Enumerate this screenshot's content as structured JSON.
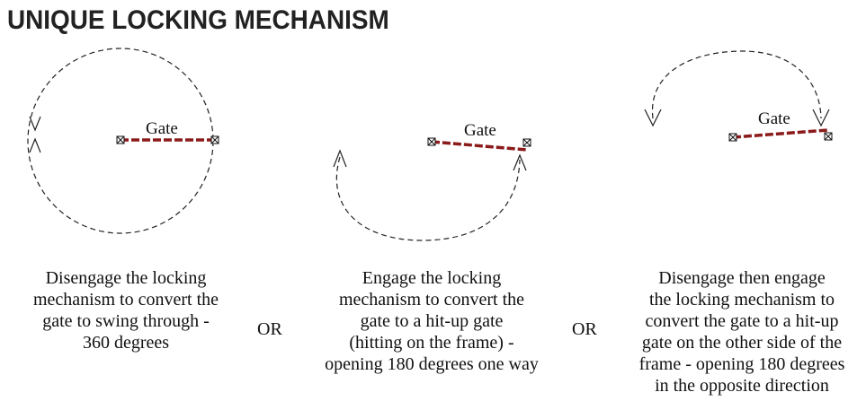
{
  "title": "UNIQUE LOCKING MECHANISM",
  "diagrams": [
    {
      "gate_label": "Gate",
      "caption": "Disengage the locking\nmechanism to convert the\ngate to swing through -\n360 degrees"
    },
    {
      "gate_label": "Gate",
      "caption": "Engage the locking\nmechanism to convert the\ngate to a hit-up gate\n(hitting on the frame) -\nopening 180 degrees one way"
    },
    {
      "gate_label": "Gate",
      "caption": "Disengage then engage\nthe locking mechanism to\nconvert the gate to a hit-up\ngate on the other side of the\nframe - opening 180 degrees\nin the opposite direction"
    }
  ],
  "separators": [
    "OR",
    "OR"
  ],
  "colors": {
    "gate": "#8b1a1a",
    "arc": "#222222",
    "text": "#111111"
  }
}
